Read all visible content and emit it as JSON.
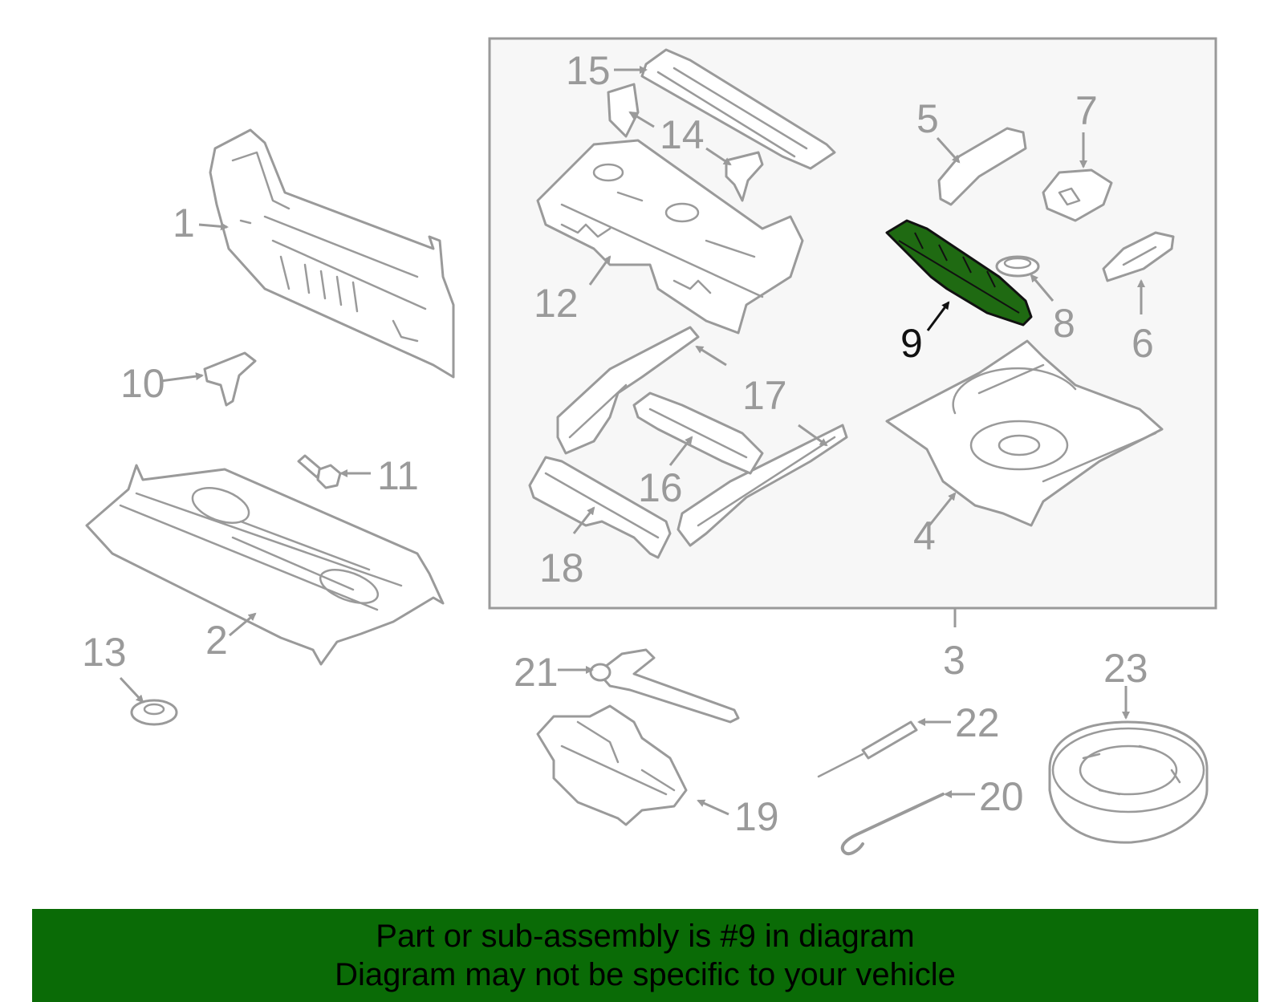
{
  "highlight_color": "#1f6a12",
  "banner": {
    "background": "#0a6b06",
    "line1": "Part or sub-assembly is #9 in diagram",
    "line2": "Diagram may not be specific to your vehicle"
  },
  "callouts": [
    {
      "id": "1",
      "text": "1"
    },
    {
      "id": "2",
      "text": "2"
    },
    {
      "id": "3",
      "text": "3"
    },
    {
      "id": "4",
      "text": "4"
    },
    {
      "id": "5",
      "text": "5"
    },
    {
      "id": "6",
      "text": "6"
    },
    {
      "id": "7",
      "text": "7"
    },
    {
      "id": "8",
      "text": "8"
    },
    {
      "id": "9",
      "text": "9"
    },
    {
      "id": "10",
      "text": "10"
    },
    {
      "id": "11",
      "text": "11"
    },
    {
      "id": "12",
      "text": "12"
    },
    {
      "id": "13",
      "text": "13"
    },
    {
      "id": "14",
      "text": "14"
    },
    {
      "id": "15",
      "text": "15"
    },
    {
      "id": "16",
      "text": "16"
    },
    {
      "id": "17",
      "text": "17"
    },
    {
      "id": "18",
      "text": "18"
    },
    {
      "id": "19",
      "text": "19"
    },
    {
      "id": "20",
      "text": "20"
    },
    {
      "id": "21",
      "text": "21"
    },
    {
      "id": "22",
      "text": "22"
    },
    {
      "id": "23",
      "text": "23"
    }
  ]
}
